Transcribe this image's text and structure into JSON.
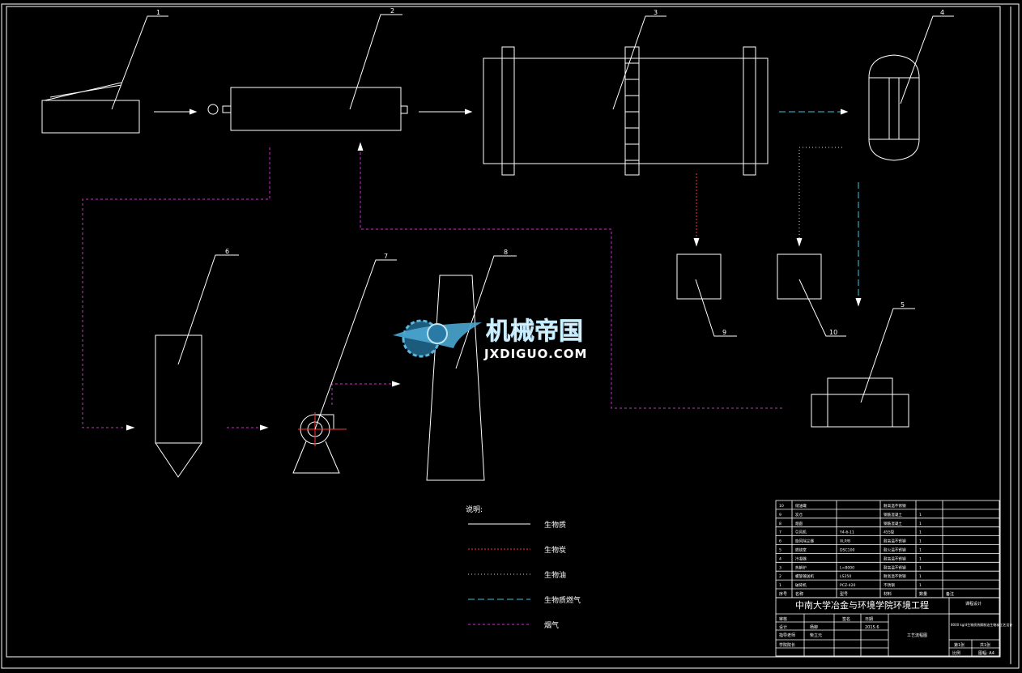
{
  "drawing": {
    "labels": [
      "1",
      "2",
      "3",
      "4",
      "5",
      "6",
      "7",
      "8",
      "9",
      "10"
    ]
  },
  "legend": {
    "title": "说明:",
    "items": [
      {
        "label": "生物质",
        "color": "#ffffff",
        "dash": ""
      },
      {
        "label": "生物炭",
        "color": "#ff3333",
        "dash": "2,2"
      },
      {
        "label": "生物油",
        "color": "#d8d8d8",
        "dash": "1,3"
      },
      {
        "label": "生物质燃气",
        "color": "#39c8e8",
        "dash": "8,4"
      },
      {
        "label": "烟气",
        "color": "#cc33cc",
        "dash": "3,3"
      }
    ]
  },
  "watermark": {
    "cn": "机械帝国",
    "en": "JXDIGUO.COM"
  },
  "colors": {
    "background": "#000000",
    "line": "#ffffff",
    "char": "#ff3333",
    "oil": "#d8d8d8",
    "gas": "#39c8e8",
    "flue": "#cc33cc",
    "watermark": "#3aa5d8"
  },
  "title_block": {
    "parts": [
      {
        "no": "10",
        "name": "储油罐",
        "code": "",
        "material": "耐高温不锈钢",
        "qty": "",
        "note": ""
      },
      {
        "no": "9",
        "name": "炭仓",
        "code": "",
        "material": "钢筋混凝土",
        "qty": "1",
        "note": ""
      },
      {
        "no": "8",
        "name": "烟囱",
        "code": "",
        "material": "钢筋混凝土",
        "qty": "1",
        "note": ""
      },
      {
        "no": "7",
        "name": "引风机",
        "code": "Y4-6-11",
        "material": "455型",
        "qty": "1",
        "note": ""
      },
      {
        "no": "6",
        "name": "旋风除尘器",
        "code": "XLP/B",
        "material": "耐高温不锈钢",
        "qty": "1",
        "note": ""
      },
      {
        "no": "5",
        "name": "燃烧室",
        "code": "DSC100",
        "material": "耐火温不锈钢",
        "qty": "1",
        "note": ""
      },
      {
        "no": "4",
        "name": "冷凝器",
        "code": "",
        "material": "耐高温不锈钢",
        "qty": "1",
        "note": ""
      },
      {
        "no": "3",
        "name": "热解炉",
        "code": "L=8000",
        "material": "耐高温不锈钢",
        "qty": "1",
        "note": ""
      },
      {
        "no": "2",
        "name": "螺旋输送机",
        "code": "LS250",
        "material": "耐高温不锈钢",
        "qty": "1",
        "note": ""
      },
      {
        "no": "1",
        "name": "破碎机",
        "code": "PCZ-420",
        "material": "不锈钢",
        "qty": "1",
        "note": ""
      }
    ],
    "headers": [
      "序号",
      "名称",
      "型号",
      "材料",
      "数量",
      "备注"
    ],
    "school": "中南大学冶金与环境学院环境工程",
    "design_type": "课程设计",
    "roles": [
      {
        "role": "审核",
        "name": "",
        "col": "签名",
        "date": "日期"
      },
      {
        "role": "设计",
        "name": "杨柳",
        "col": "",
        "date": "2015.6"
      },
      {
        "role": "指导老师",
        "name": "柴立元",
        "col": "",
        "date": ""
      },
      {
        "role": "学院院长",
        "name": "",
        "col": "",
        "date": ""
      }
    ],
    "drawing_name": "工艺流程图",
    "project": "8000 kg/d生物质热解制油生物炭工艺设计",
    "sheet_info": "第1张",
    "sheet_total": "共1张",
    "scale_label": "比例",
    "size_label": "图幅: A4"
  }
}
